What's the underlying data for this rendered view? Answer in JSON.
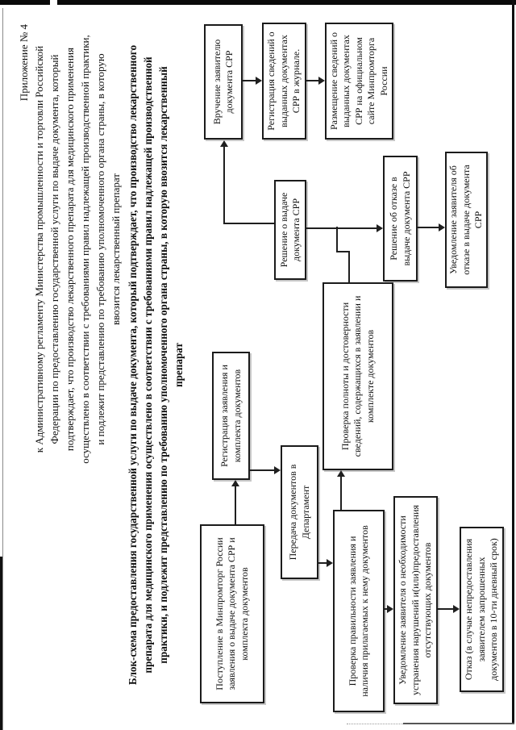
{
  "appendix": {
    "label": "Приложение № 4",
    "lines": [
      "к Административному регламенту Министерства промышленности и торговли Российской",
      "Федерации по предоставлению государственной услуги по выдаче документа, который",
      "подтверждает, что производство лекарственного препарата для медицинского применения",
      "осуществлено в соответствии с требованиями правил надлежащей производственной практики,",
      "и подлежит представлению по требованию уполномоченного органа страны, в которую",
      "ввозится лекарственный препарат"
    ]
  },
  "title_lines": [
    "Блок-схема предоставления государственной услуги по выдаче документа, который подтверждает, что производство лекарственного",
    "препарата для медицинского применения осуществлено в соответствии с требованиями правил надлежащей производственной",
    "практики, и подлежит представлению по требованию уполномоченного органа страны, в которую ввозится лекарственный",
    "препарат"
  ],
  "flowchart": {
    "boxes": [
      {
        "id": "application-received",
        "text": "Поступление в Минпромторг России\nзаявления о выдаче документа СРР и\nкомплекта документов"
      },
      {
        "id": "application-registration",
        "text": "Регистрация заявления и\nкомплекта документов"
      },
      {
        "id": "transfer-to-department",
        "text": "Передача документов в\nДепартамент"
      },
      {
        "id": "correctness-check",
        "text": "Проверка правильности заявления и\nналичия прилагаемых к нему документов"
      },
      {
        "id": "violations-notice",
        "text": "Уведомление заявителя о необходимости\nустранения нарушений и(или)предоставления\nотсутствующих документов"
      },
      {
        "id": "refusal",
        "text": "Отказ (в случае непредоставления\nзаявителем запрошенных\nдокументов в 10-ти дневный срок)"
      },
      {
        "id": "completeness-check",
        "text": "Проверка полноты и достоверности\nсведений, содержащихся в заявлении и\nкомплекте документов"
      },
      {
        "id": "decision-issue",
        "text": "Решение о выдаче\nдокумента СРР"
      },
      {
        "id": "decision-refuse",
        "text": "Решение об отказе в\nвыдаче документа СРР"
      },
      {
        "id": "refusal-notice",
        "text": "Уведомление заявителя об\nотказе в выдаче документа\nСРР"
      },
      {
        "id": "document-handover",
        "text": "Вручение заявителю\nдокумента СРР"
      },
      {
        "id": "journal-registration",
        "text": "Регистрация сведений о\nвыданных документах\nСРР в журнале."
      },
      {
        "id": "website-publication",
        "text": "Размещение сведений о\nвыданных документах\nСРР на официальном\nсайте Минпромторга\nРоссии"
      }
    ],
    "edges": [
      {
        "from": "application-received",
        "to": "application-registration"
      },
      {
        "from": "application-registration",
        "to": "transfer-to-department"
      },
      {
        "from": "transfer-to-department",
        "to": "correctness-check"
      },
      {
        "from": "correctness-check",
        "to": "completeness-check"
      },
      {
        "from": "correctness-check",
        "to": "violations-notice"
      },
      {
        "from": "violations-notice",
        "to": "refusal"
      },
      {
        "from": "completeness-check",
        "to": "decision-issue"
      },
      {
        "from": "completeness-check",
        "to": "decision-refuse"
      },
      {
        "from": "decision-issue",
        "to": "document-handover"
      },
      {
        "from": "decision-refuse",
        "to": "refusal-notice"
      },
      {
        "from": "document-handover",
        "to": "journal-registration"
      },
      {
        "from": "journal-registration",
        "to": "website-publication"
      }
    ]
  }
}
